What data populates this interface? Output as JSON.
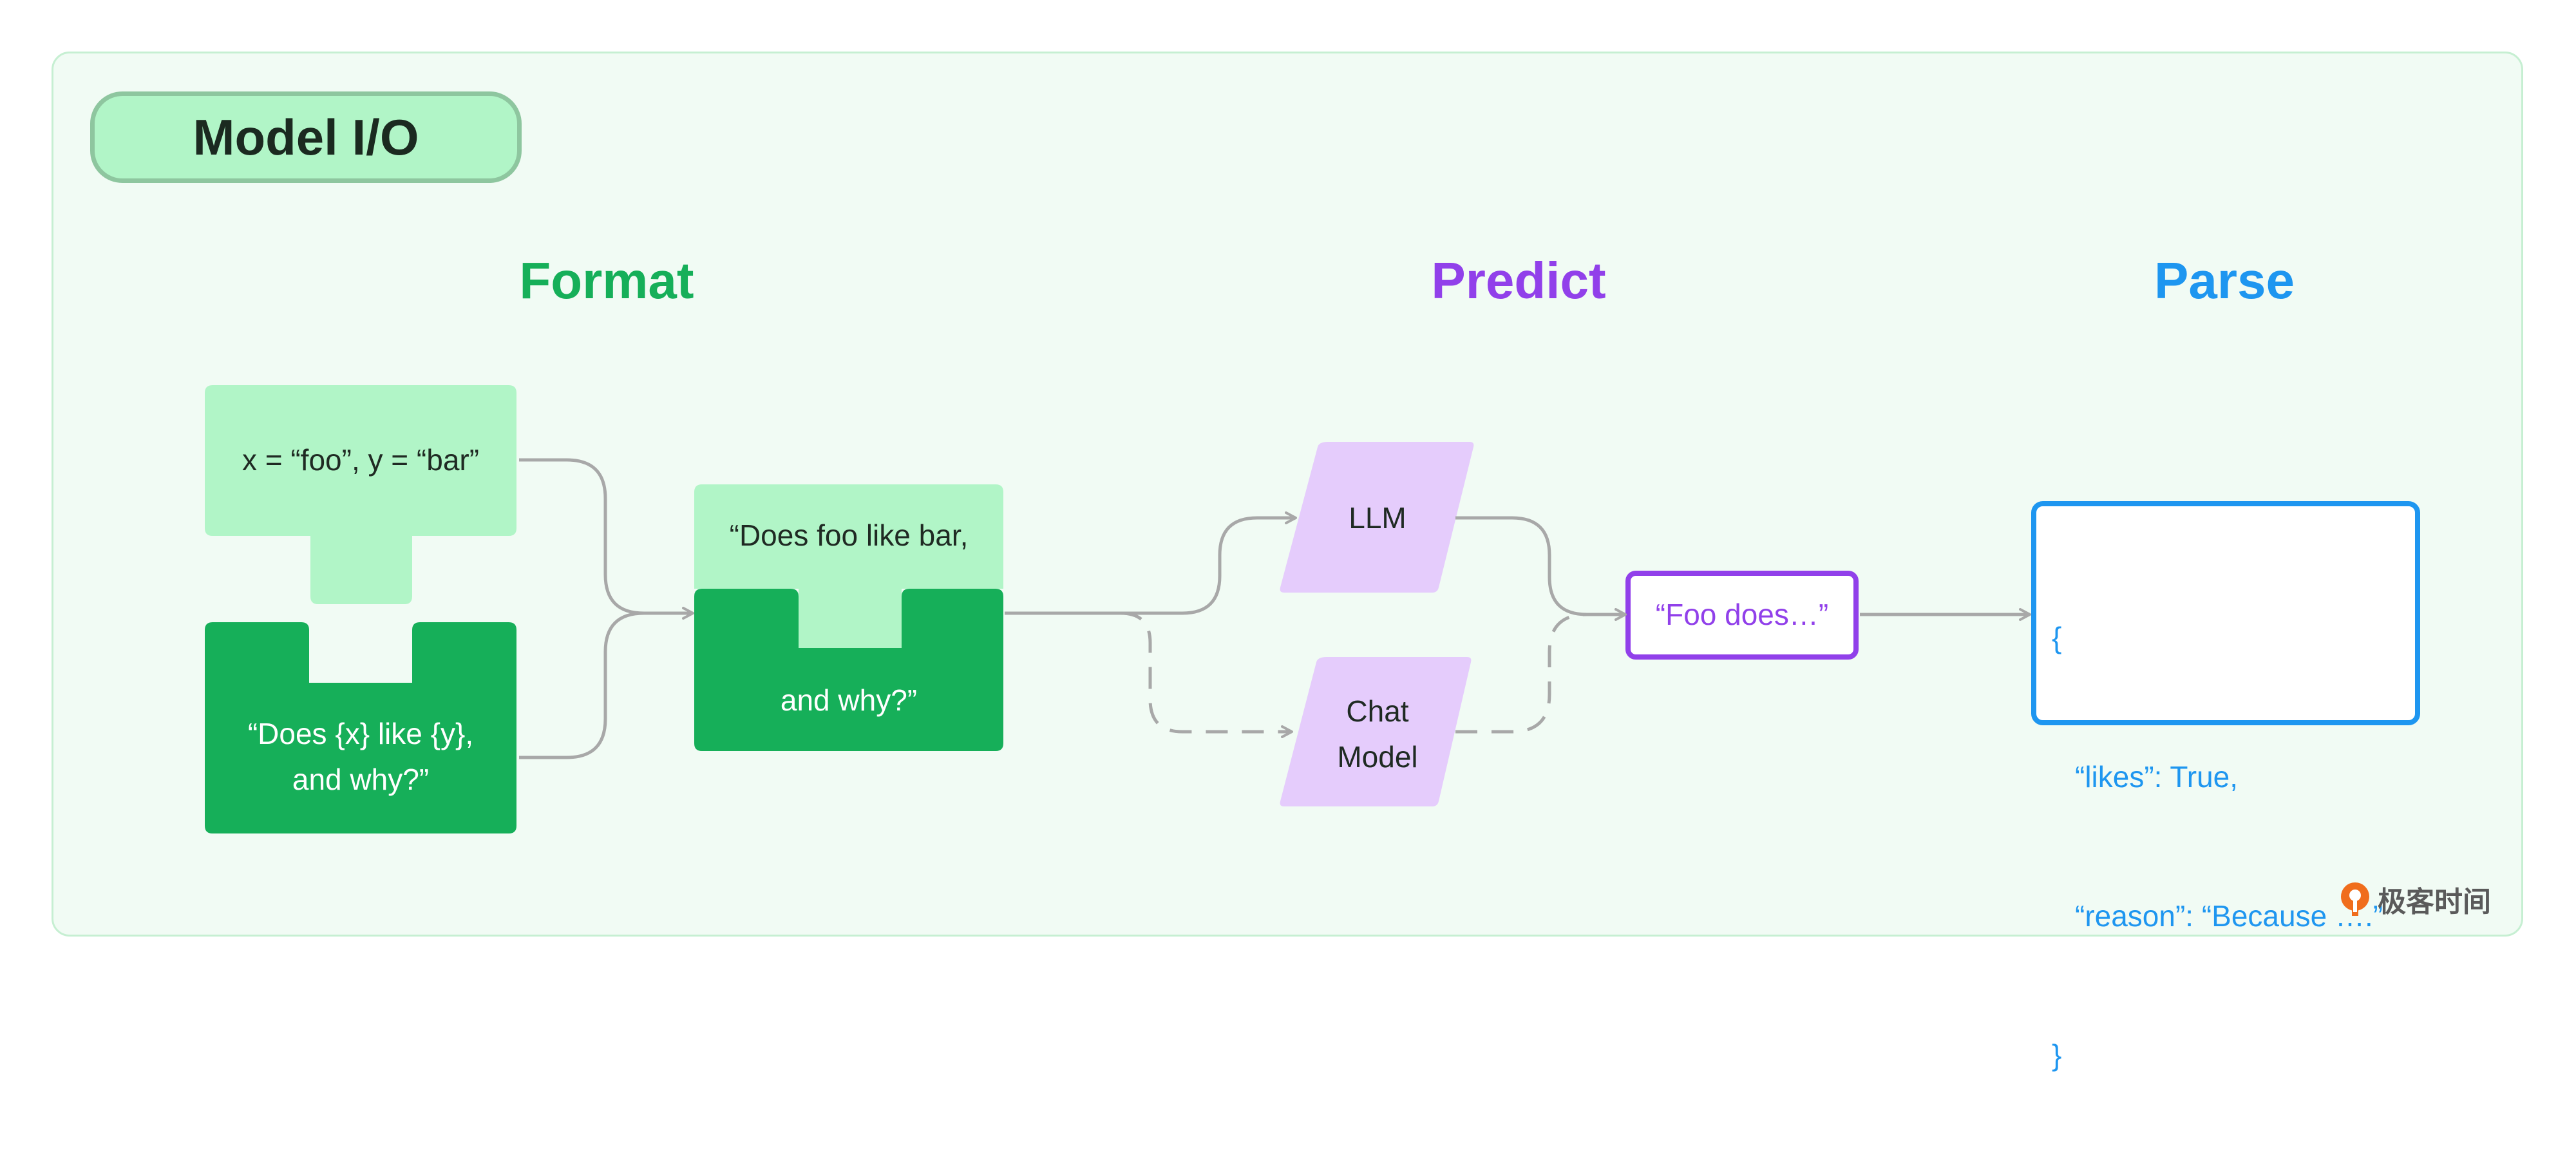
{
  "diagram": {
    "title": "Model I/O",
    "sections": {
      "format": "Format",
      "predict": "Predict",
      "parse": "Parse"
    },
    "nodes": {
      "variables": "x = “foo”, y = “bar”",
      "template_line1": "“Does {x} like {y},",
      "template_line2": "and why?”",
      "prompt_line1": "“Does foo like bar,",
      "prompt_line2": "and why?”",
      "llm": "LLM",
      "chat_line1": "Chat",
      "chat_line2": "Model",
      "output": "“Foo does…”",
      "json_open": "{",
      "json_likes": "“likes”: True,",
      "json_reason": "“reason”: “Because ….”",
      "json_close": "}"
    },
    "logo_text": "极客时间"
  },
  "colors": {
    "light_green": "#b1f5c7",
    "dark_green": "#16af59",
    "format_title": "#16af59",
    "predict_title": "#9140ea",
    "parse_title": "#1e96f0",
    "lavender": "#e5ccfc",
    "connector": "#a8a8a8",
    "logo_orange": "#f06d1c"
  }
}
